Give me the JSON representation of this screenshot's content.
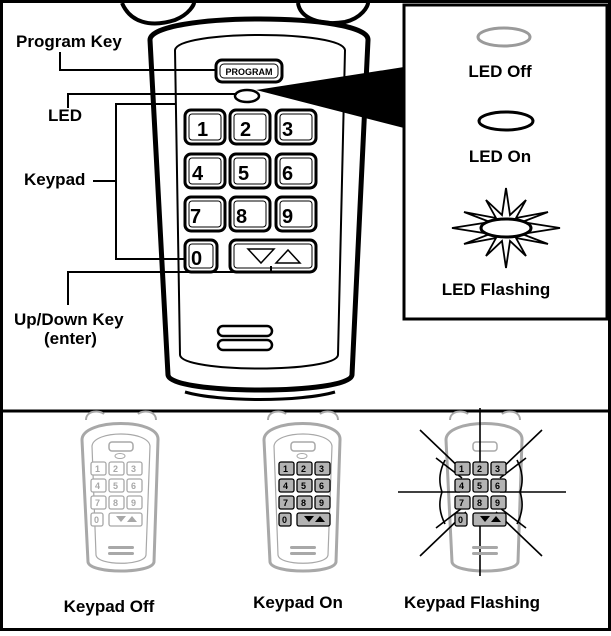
{
  "callouts": {
    "program_key": "Program Key",
    "led": "LED",
    "keypad": "Keypad",
    "up_down_key_line1": "Up/Down Key",
    "up_down_key_line2": "(enter)"
  },
  "keypad": {
    "program_button": "PROGRAM",
    "keys": [
      "1",
      "2",
      "3",
      "4",
      "5",
      "6",
      "7",
      "8",
      "9",
      "0"
    ]
  },
  "led_states": {
    "off": "LED Off",
    "on": "LED On",
    "flashing": "LED Flashing"
  },
  "keypad_states": {
    "off": "Keypad Off",
    "on": "Keypad On",
    "flashing": "Keypad Flashing"
  },
  "colors": {
    "ink": "#000000",
    "led_off_gray": "#9a9a9a",
    "lit_key_gray": "#b3b3b3",
    "dim_gray": "#a8a8a8"
  }
}
